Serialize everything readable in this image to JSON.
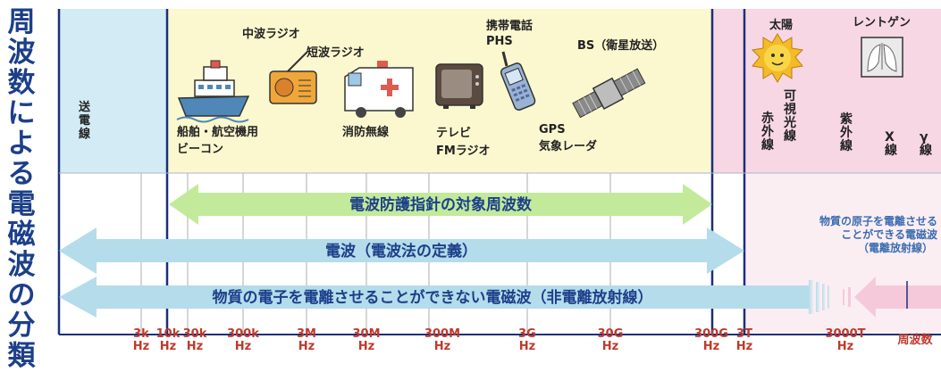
{
  "title": "周波数による電磁波の分類",
  "bands": {
    "power_line": "送電線",
    "infrared": "赤外線",
    "visible_light": "可視光線",
    "ultraviolet": "紫外線",
    "xray": "X線",
    "gamma": "γ線"
  },
  "devices": {
    "mw_radio": "中波ラジオ",
    "sw_radio": "短波ラジオ",
    "mobile_phone": "携帯電話",
    "phs": "PHS",
    "bs": "BS（衛星放送）",
    "sun": "太陽",
    "roentgen": "レントゲン",
    "ship_beacon_1": "船舶・航空機用",
    "ship_beacon_2": "ビーコン",
    "fire_radio": "消防無線",
    "tv": "テレビ",
    "fm_radio": "FMラジオ",
    "gps": "GPS",
    "weather_radar": "気象レーダ"
  },
  "arrows": {
    "guideline": "電波防護指針の対象周波数",
    "radio_law": "電波（電波法の定義）",
    "non_ionizing": "物質の電子を電離させることができない電磁波（非電離放射線）",
    "ionizing_1": "物質の原子を電離させる",
    "ionizing_2": "ことができる電磁波",
    "ionizing_3": "（電離放射線）"
  },
  "frequencies": [
    {
      "value": "3k",
      "unit": "Hz"
    },
    {
      "value": "10k",
      "unit": "Hz"
    },
    {
      "value": "30k",
      "unit": "Hz"
    },
    {
      "value": "300k",
      "unit": "Hz"
    },
    {
      "value": "3M",
      "unit": "Hz"
    },
    {
      "value": "30M",
      "unit": "Hz"
    },
    {
      "value": "300M",
      "unit": "Hz"
    },
    {
      "value": "3G",
      "unit": "Hz"
    },
    {
      "value": "30G",
      "unit": "Hz"
    },
    {
      "value": "300G",
      "unit": "Hz"
    },
    {
      "value": "3T",
      "unit": "Hz"
    },
    {
      "value": "3000T",
      "unit": "Hz"
    }
  ],
  "freq_axis_label": "周波数",
  "colors": {
    "title": "#1c3f8a",
    "power_zone": "#d2ebf5",
    "radio_zone": "#fbf8cf",
    "optical_zone": "#f7d7e3",
    "green_arrow": "#c2ea9a",
    "blue_arrow": "#b5dcea",
    "arrow_text": "#1c3f8a",
    "freq_text": "#c0392b",
    "line": "#1c2f7c"
  }
}
